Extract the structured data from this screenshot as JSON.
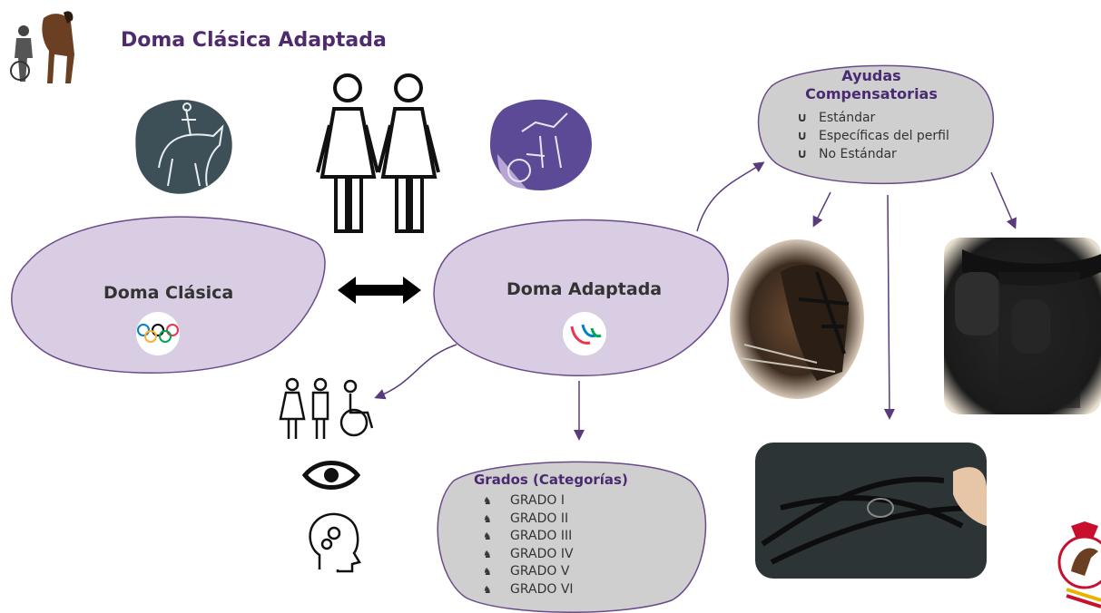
{
  "title": "Doma Clásica Adaptada",
  "doma_clasica": {
    "label": "Doma Clásica"
  },
  "doma_adaptada": {
    "label": "Doma Adaptada"
  },
  "ayudas": {
    "title": "Ayudas Compensatorias",
    "bullet": "∪",
    "items": [
      "Estándar",
      "Específicas del perfil",
      "No Estándar"
    ]
  },
  "grados": {
    "title": "Grados (Categorías)",
    "bullet": "♞",
    "items": [
      "GRADO I",
      "GRADO II",
      "GRADO III",
      "GRADO IV",
      "GRADO V",
      "GRADO VI"
    ]
  },
  "colors": {
    "title": "#4f2b6e",
    "oval_fill": "#d8cde3",
    "oval_stroke": "#6b4a8c",
    "grey_oval": "#cfcfcf",
    "arrow": "#5a3a7a"
  },
  "icons": [
    "rider-with-horse-icon",
    "dressage-rider-icon",
    "para-rider-icon",
    "people-icon",
    "olympic-rings-icon",
    "paralympic-logo-icon",
    "persons-wheelchair-icon",
    "eye-icon",
    "mind-gears-icon",
    "federation-logo-icon"
  ],
  "images": [
    "horse-bridle-photo",
    "saddle-photo",
    "reins-photo"
  ]
}
